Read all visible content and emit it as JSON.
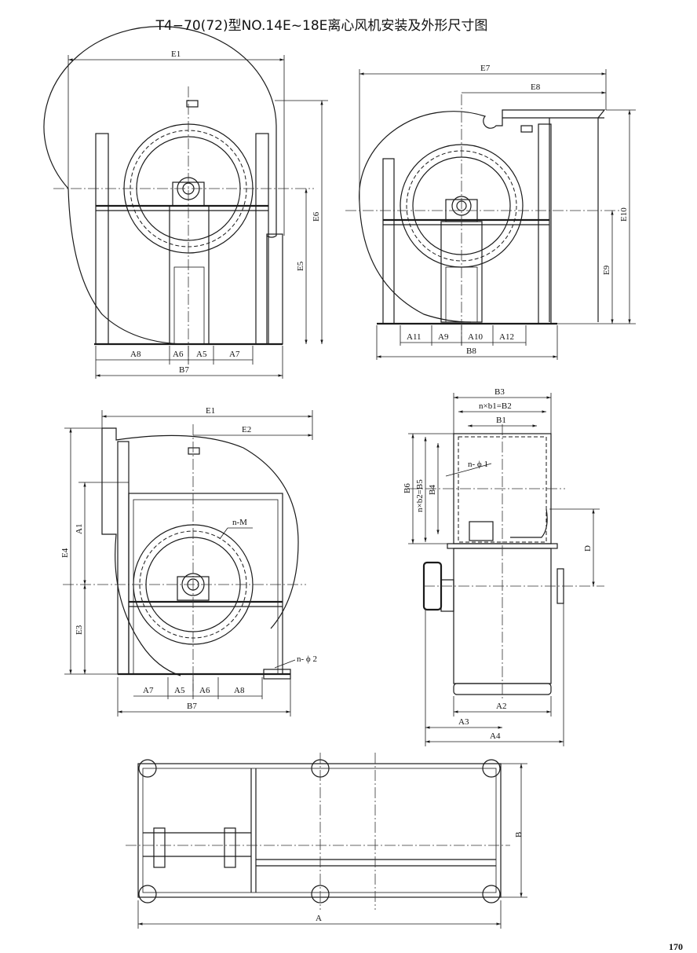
{
  "title": "T4−70(72)型NO.14E~18E离心风机安装及外形尺寸图",
  "page_number": "170",
  "view1": {
    "dims": {
      "E1": "E1",
      "E6": "E6",
      "E5": "E5",
      "A8": "A8",
      "A6": "A6",
      "A5": "A5",
      "A7": "A7",
      "B7": "B7"
    }
  },
  "view2": {
    "dims": {
      "E7": "E7",
      "E8": "E8",
      "E10": "E10",
      "E9": "E9",
      "A11": "A11",
      "A9": "A9",
      "A10": "A10",
      "A12": "A12",
      "B8": "B8"
    }
  },
  "view3": {
    "dims": {
      "E1": "E1",
      "E2": "E2",
      "E4": "E4",
      "A1": "A1",
      "E3": "E3",
      "nM": "n-M",
      "nphi2": "n- ϕ 2",
      "A7": "A7",
      "A5": "A5",
      "A6": "A6",
      "A8": "A8",
      "B7": "B7"
    }
  },
  "view4": {
    "dims": {
      "B3": "B3",
      "nb1": "n×b1=B2",
      "B1": "B1",
      "B6": "B6",
      "nb2": "n×b2=B5",
      "B4": "B4",
      "nphi1": "n- ϕ 1",
      "D": "D",
      "A2": "A2",
      "A3": "A3",
      "A4": "A4"
    }
  },
  "view5": {
    "dims": {
      "B": "B",
      "A": "A"
    }
  }
}
